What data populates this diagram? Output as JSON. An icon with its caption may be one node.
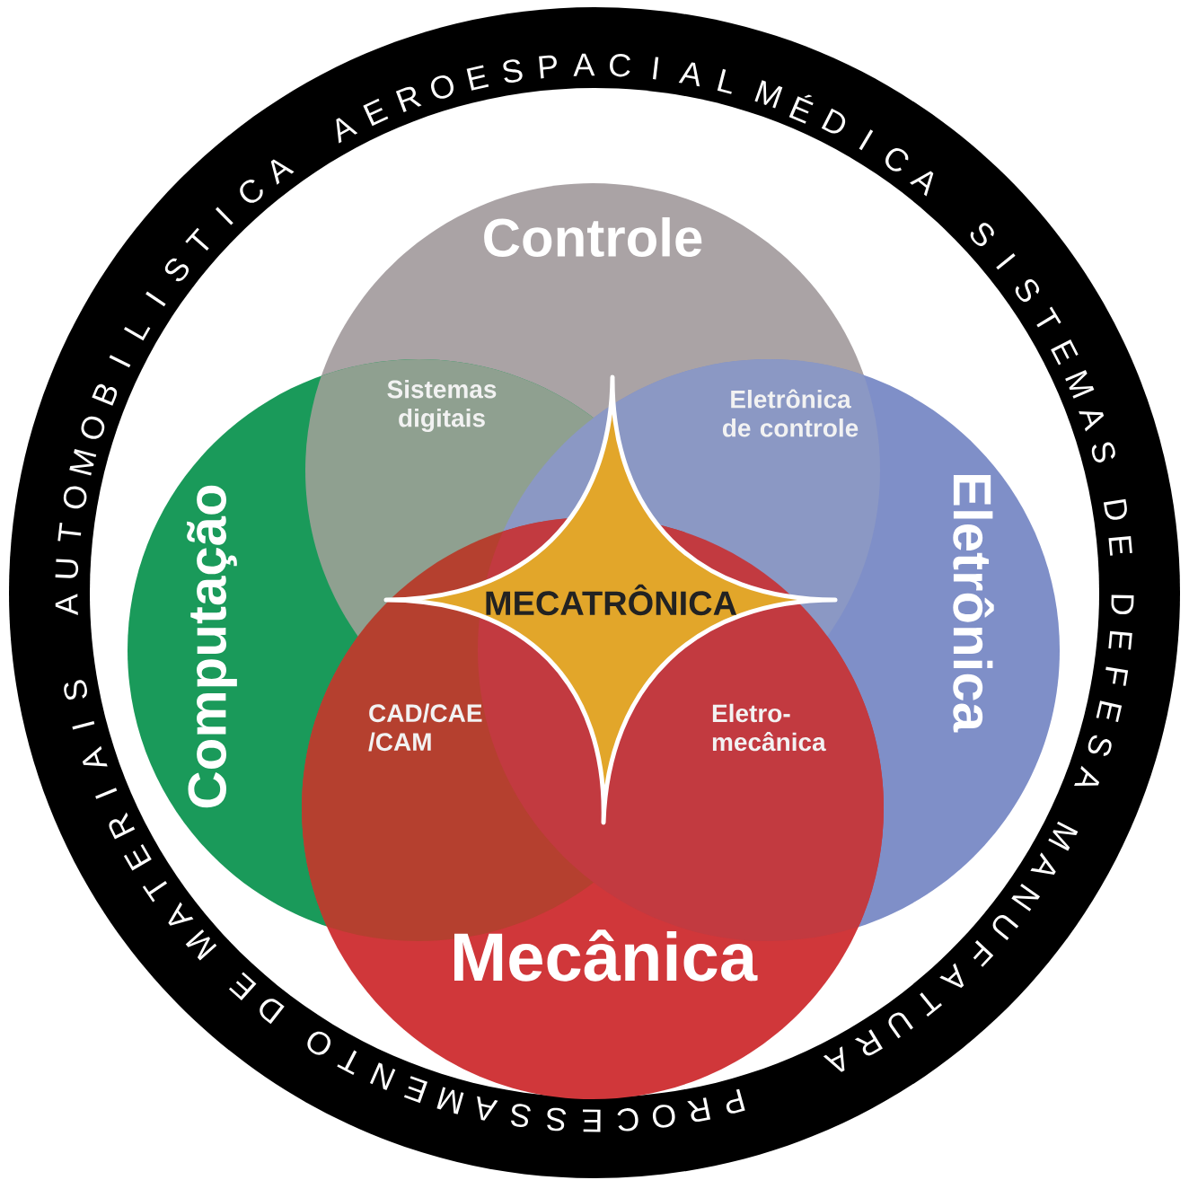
{
  "diagram": {
    "nodes": [
      {
        "text": [
          "Controle"
        ]
      },
      {
        "text": [
          "Sistemas digitais"
        ]
      },
      {
        "text": [
          "Eletrônica de controle"
        ]
      },
      {
        "text": [
          "Computação"
        ]
      },
      {
        "text": [
          "MECATRÔNICA"
        ]
      },
      {
        "text": [
          "Eletrônica"
        ]
      },
      {
        "text": [
          "CAD/CAE /CAM"
        ]
      },
      {
        "text": [
          "Eletro-mecânica"
        ]
      },
      {
        "text": [
          "Mecânica"
        ]
      }
    ],
    "labels": [
      "AUTOMOBILISTICA",
      "AEROESPACIAL",
      "MÉDICA",
      "SISTEMAS DE DEFESA",
      "MANUFATURA",
      "PROCESSAMENTO DE MATERIAIS"
    ]
  }
}
